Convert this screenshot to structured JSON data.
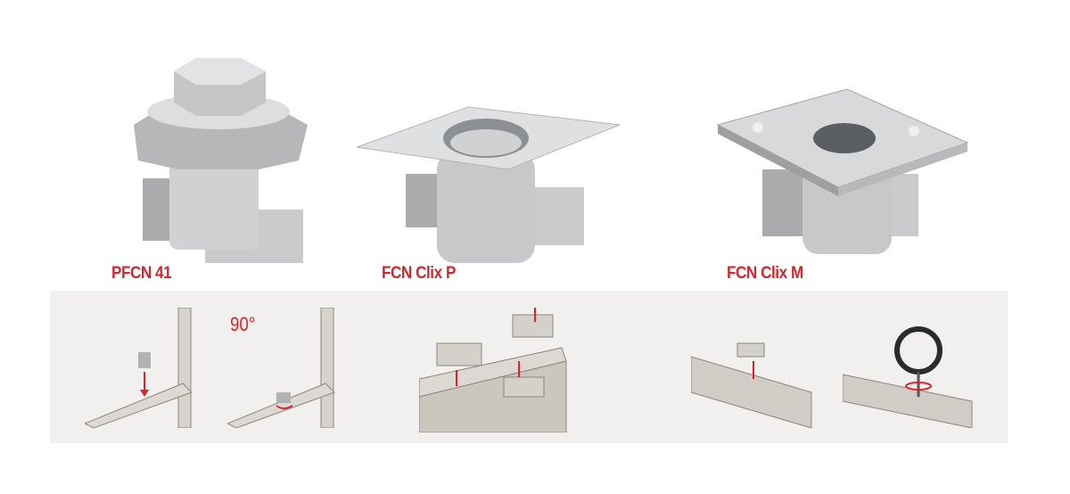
{
  "products": [
    {
      "name": "PFCN 41"
    },
    {
      "name": "FCN Clix P"
    },
    {
      "name": "FCN Clix M"
    }
  ],
  "steps": {
    "rotation_label": "90°"
  },
  "colors": {
    "accent": "#d7262b",
    "panel": "#f1f0ee",
    "metal": "#b9bbbd"
  }
}
